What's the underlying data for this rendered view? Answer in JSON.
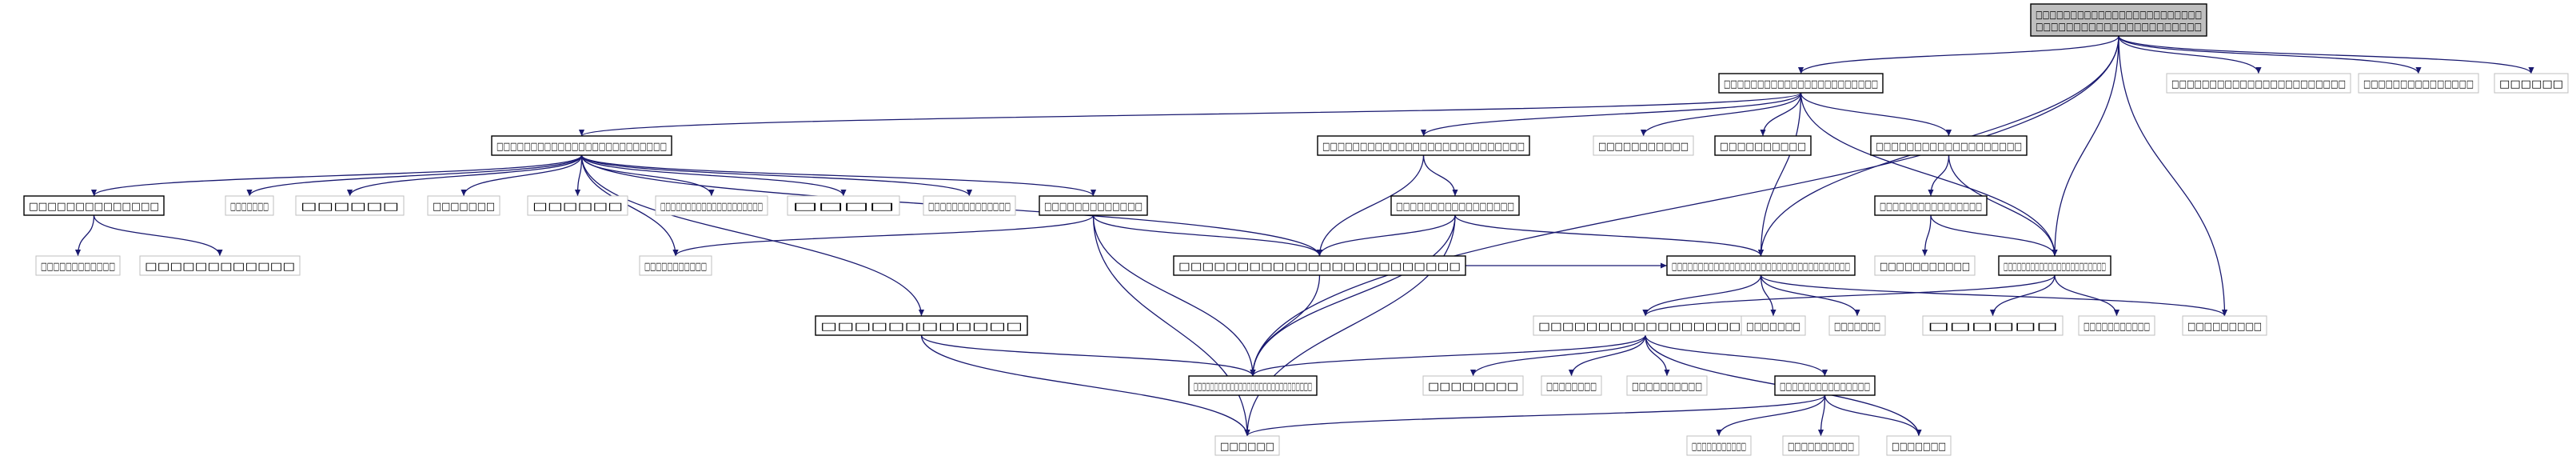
{
  "graph": {
    "colors": {
      "edge": "#191970",
      "node_border_solid": "#000000",
      "node_border_faded": "#bfbfbf",
      "root_fill": "#bfbfbf",
      "node_fill": "#ffffff",
      "text": "#000000"
    },
    "nodes": [
      {
        "id": "n0",
        "label": "□□□□□□□□□□□□□□□□□□□□□□□□",
        "label2": "□□□□□□□□□□□□□□□□□□□□□□",
        "style": "root"
      },
      {
        "id": "n1",
        "label": "□□□□□□□□□□□□□□□□□□□□□□□",
        "style": "solid"
      },
      {
        "id": "n2",
        "label": "□□□□□□□□□□□□□□□□□□□□□□□",
        "style": "faded"
      },
      {
        "id": "n3",
        "label": "□□□□□□□□□□□□□□□",
        "style": "faded"
      },
      {
        "id": "n4",
        "label": "□□□□□□",
        "style": "faded"
      },
      {
        "id": "n5",
        "label": "□□□□□□□□□□□□□□□□□□□□□□□□□",
        "style": "solid"
      },
      {
        "id": "n6",
        "label": "□□□□□□□□□□□□□□□□□□□□□□□□□□□",
        "style": "solid"
      },
      {
        "id": "n7",
        "label": "□□□□□□□□□□□",
        "style": "faded"
      },
      {
        "id": "n8",
        "label": "□□□□□□□□□□",
        "style": "solid"
      },
      {
        "id": "n9",
        "label": "□□□□□□□□□□□□□□□□□□□",
        "style": "solid"
      },
      {
        "id": "n10",
        "label": "□□□□□□□□□□□□□□□□□",
        "style": "solid"
      },
      {
        "id": "n11",
        "label": "□□□□□□□□□□□□□□",
        "style": "solid"
      },
      {
        "id": "n12",
        "label": "□□□□□□□□□□□",
        "style": "faded"
      },
      {
        "id": "n13",
        "label": "□□□□□□□□□□□□□",
        "style": "solid"
      },
      {
        "id": "n14",
        "label": "□□□□□□□□□□□□□□□□□□□□□□□□",
        "style": "solid"
      },
      {
        "id": "n15",
        "label": "□□□□□□□□□□□□□□□□□□□□□□□□□□□□□□□□□□",
        "style": "solid"
      },
      {
        "id": "n16",
        "label": "□□□□□□□□□□□□□□□□□□",
        "style": "faded"
      },
      {
        "id": "n17",
        "label": "□□□□□□□",
        "style": "faded"
      },
      {
        "id": "n18",
        "label": "□□□□□□□",
        "style": "faded"
      },
      {
        "id": "n19",
        "label": "□□□□□□□□□□□□□□□□",
        "style": "solid"
      },
      {
        "id": "n20",
        "label": "□□□□□□□□□□□",
        "style": "faded"
      },
      {
        "id": "n21",
        "label": "□□□□□□□□□□□□□□□□□□□□□□□",
        "style": "solid"
      },
      {
        "id": "n22",
        "label": "□□□□□□□□□",
        "style": "faded"
      },
      {
        "id": "n23",
        "label": "□□□□□□",
        "style": "faded"
      },
      {
        "id": "n24",
        "label": "□□□□□□□□□□□□□□□□□□□□□□□□□□□□□",
        "style": "solid"
      },
      {
        "id": "n25",
        "label": "□□□□□□□□□□□□□□□",
        "style": "solid"
      },
      {
        "id": "n26",
        "label": "□□□□□□□□□□□",
        "style": "faded"
      },
      {
        "id": "n27",
        "label": "□□□□□□□□",
        "style": "faded"
      },
      {
        "id": "n28",
        "label": "□□□□□□□□",
        "style": "faded"
      },
      {
        "id": "n29",
        "label": "□□□□□□□□□□",
        "style": "faded"
      },
      {
        "id": "n30",
        "label": "□□□□□□□□□□□□",
        "style": "solid"
      },
      {
        "id": "n31",
        "label": "□□□□□□□",
        "style": "faded"
      },
      {
        "id": "n32",
        "label": "□□□□□□",
        "style": "faded"
      },
      {
        "id": "n33",
        "label": "□□□□□□□",
        "style": "faded"
      },
      {
        "id": "n34",
        "label": "□□□□□□",
        "style": "faded"
      },
      {
        "id": "n35",
        "label": "□□□□□□□□□□□□□□□□□□□□",
        "style": "faded"
      },
      {
        "id": "n36",
        "label": "□□□□",
        "style": "faded"
      },
      {
        "id": "n37",
        "label": "□□□□□□□□□□□□□□",
        "style": "faded"
      },
      {
        "id": "n38",
        "label": "□□□□□□□",
        "style": "faded"
      },
      {
        "id": "n39",
        "label": "□□□□□□□□□□□",
        "style": "faded"
      },
      {
        "id": "n40",
        "label": "□□□□□□□□□□□□",
        "style": "faded"
      },
      {
        "id": "n41",
        "label": "□□□□□□□□□□□□",
        "style": "faded"
      },
      {
        "id": "n42",
        "label": "□□□□□□□□□",
        "style": "faded"
      },
      {
        "id": "n43",
        "label": "□□□□□□",
        "style": "faded"
      },
      {
        "id": "n44",
        "label": "□□□□□□",
        "style": "faded"
      },
      {
        "id": "n45",
        "label": "□□□□□□□□□□",
        "style": "faded"
      },
      {
        "id": "n46",
        "label": "□□□□□□□□□□□",
        "style": "faded"
      },
      {
        "id": "n47",
        "label": "□□□□□□□",
        "style": "faded"
      },
      {
        "id": "n48",
        "label": "□□□□□□□",
        "style": "faded"
      }
    ],
    "edges": [
      [
        "n0",
        "n1"
      ],
      [
        "n0",
        "n2"
      ],
      [
        "n0",
        "n3"
      ],
      [
        "n0",
        "n4"
      ],
      [
        "n0",
        "n15"
      ],
      [
        "n0",
        "n21"
      ],
      [
        "n0",
        "n22"
      ],
      [
        "n0",
        "n24"
      ],
      [
        "n1",
        "n5"
      ],
      [
        "n1",
        "n6"
      ],
      [
        "n1",
        "n7"
      ],
      [
        "n1",
        "n8"
      ],
      [
        "n1",
        "n9"
      ],
      [
        "n1",
        "n15"
      ],
      [
        "n1",
        "n21"
      ],
      [
        "n5",
        "n11"
      ],
      [
        "n5",
        "n12"
      ],
      [
        "n5",
        "n13"
      ],
      [
        "n5",
        "n14"
      ],
      [
        "n5",
        "n30"
      ],
      [
        "n5",
        "n31"
      ],
      [
        "n5",
        "n32"
      ],
      [
        "n5",
        "n33"
      ],
      [
        "n5",
        "n34"
      ],
      [
        "n5",
        "n35"
      ],
      [
        "n5",
        "n36"
      ],
      [
        "n5",
        "n37"
      ],
      [
        "n5",
        "n38"
      ],
      [
        "n6",
        "n10"
      ],
      [
        "n6",
        "n14"
      ],
      [
        "n9",
        "n19"
      ],
      [
        "n9",
        "n21"
      ],
      [
        "n10",
        "n14"
      ],
      [
        "n10",
        "n15"
      ],
      [
        "n10",
        "n24"
      ],
      [
        "n10",
        "n44"
      ],
      [
        "n11",
        "n40"
      ],
      [
        "n11",
        "n41"
      ],
      [
        "n13",
        "n14"
      ],
      [
        "n13",
        "n24"
      ],
      [
        "n13",
        "n44"
      ],
      [
        "n13",
        "n12"
      ],
      [
        "n14",
        "n24"
      ],
      [
        "n14",
        "n15"
      ],
      [
        "n15",
        "n16"
      ],
      [
        "n15",
        "n17"
      ],
      [
        "n15",
        "n18"
      ],
      [
        "n15",
        "n22"
      ],
      [
        "n19",
        "n20"
      ],
      [
        "n19",
        "n21"
      ],
      [
        "n21",
        "n23"
      ],
      [
        "n21",
        "n26"
      ],
      [
        "n21",
        "n16"
      ],
      [
        "n16",
        "n24"
      ],
      [
        "n16",
        "n25"
      ],
      [
        "n16",
        "n27"
      ],
      [
        "n16",
        "n28"
      ],
      [
        "n16",
        "n29"
      ],
      [
        "n16",
        "n47"
      ],
      [
        "n16",
        "n48"
      ],
      [
        "n25",
        "n44"
      ],
      [
        "n25",
        "n45"
      ],
      [
        "n25",
        "n46"
      ],
      [
        "n25",
        "n47"
      ],
      [
        "n30",
        "n24"
      ],
      [
        "n30",
        "n44"
      ]
    ]
  }
}
